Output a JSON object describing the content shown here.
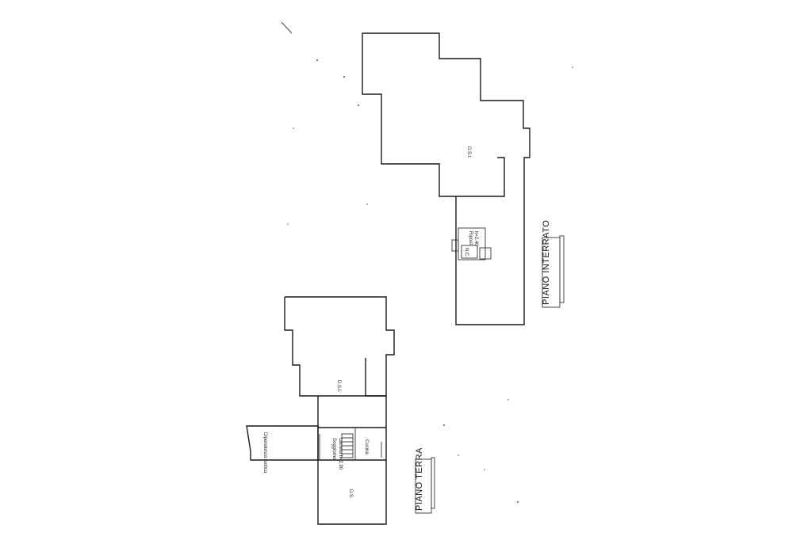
{
  "upper_plan": {
    "title": "PIANO INTERRATO",
    "main_label": "D.S.I.",
    "room_label_1": "N.C.",
    "room_label_2": "Ripost.",
    "room_label_3": "h=2.40"
  },
  "ground_plan": {
    "title": "PIANO TERRA",
    "top_label": "D.S.I.",
    "bottom_label": "D.S.",
    "room_left_label": "Soggiorno",
    "room_left_sub": "camera h=2.90",
    "room_right_label": "Cucina",
    "annex_label": "Dipendenza rustica"
  }
}
